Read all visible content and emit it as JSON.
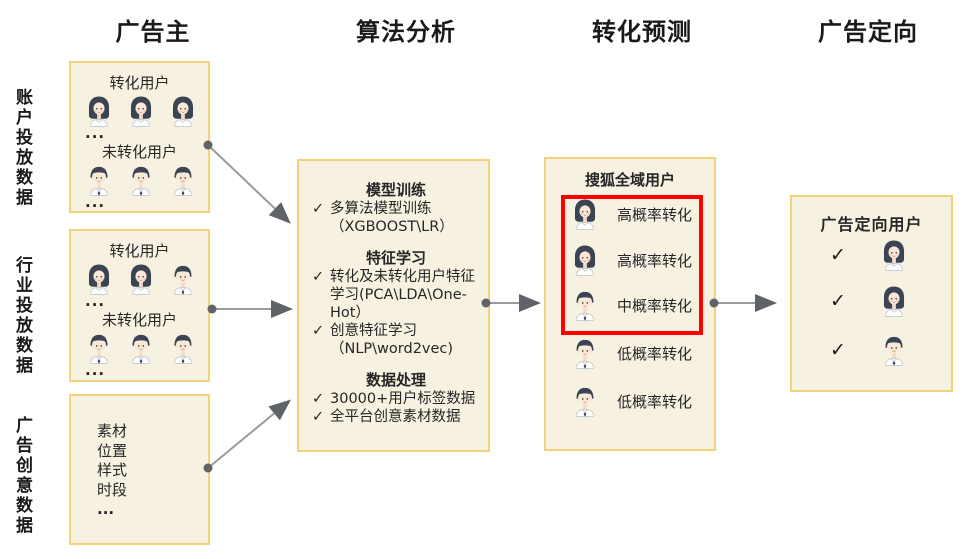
{
  "headers": {
    "col1": "广告主",
    "col2": "算法分析",
    "col3": "转化预测",
    "col4": "广告定向"
  },
  "side_labels": {
    "label1": "账户投放数据",
    "label2": "行业投放数据",
    "label3": "广告创意数据"
  },
  "colors": {
    "panel_fill": "#F7F1E1",
    "panel_border": "#F3D27D",
    "highlight_border": "#FF0000",
    "arrow_line": "#9B9B9B",
    "arrow_end": "#5F6368"
  },
  "source_boxes": [
    {
      "converted_label": "转化用户",
      "converted_icons": [
        "female",
        "female",
        "female"
      ],
      "converted_more": "...",
      "unconverted_label": "未转化用户",
      "unconverted_icons": [
        "male",
        "male",
        "male"
      ],
      "unconverted_more": "..."
    },
    {
      "converted_label": "转化用户",
      "converted_icons": [
        "female",
        "female",
        "male"
      ],
      "converted_more": "...",
      "unconverted_label": "未转化用户",
      "unconverted_icons": [
        "male",
        "male",
        "male"
      ],
      "unconverted_more": "..."
    }
  ],
  "creative_box": {
    "lines": [
      "素材",
      "位置",
      "样式",
      "时段",
      "..."
    ]
  },
  "algorithm_box": {
    "check_glyph": "✓",
    "sections": [
      {
        "title": "模型训练",
        "items": [
          [
            "多算法模型训练",
            "（XGBOOST\\LR）"
          ]
        ]
      },
      {
        "title": "特征学习",
        "items": [
          [
            "转化及未转化用户特征",
            "学习(PCA\\LDA\\One-",
            "Hot）"
          ],
          [
            "创意特征学习",
            "（NLP\\word2vec)"
          ]
        ]
      },
      {
        "title": "数据处理",
        "items": [
          [
            "30000+用户标签数据"
          ],
          [
            "全平台创意素材数据"
          ]
        ]
      }
    ]
  },
  "prediction_box": {
    "title": "搜狐全域用户",
    "rows": [
      {
        "icon": "female",
        "label": "高概率转化",
        "highlighted": true
      },
      {
        "icon": "female",
        "label": "高概率转化",
        "highlighted": true
      },
      {
        "icon": "male",
        "label": "中概率转化",
        "highlighted": true
      },
      {
        "icon": "male",
        "label": "低概率转化",
        "highlighted": false
      },
      {
        "icon": "male",
        "label": "低概率转化",
        "highlighted": false
      }
    ]
  },
  "targeting_box": {
    "title": "广告定向用户",
    "check_glyph": "✓",
    "rows": [
      {
        "icon": "female"
      },
      {
        "icon": "female"
      },
      {
        "icon": "male"
      }
    ]
  }
}
